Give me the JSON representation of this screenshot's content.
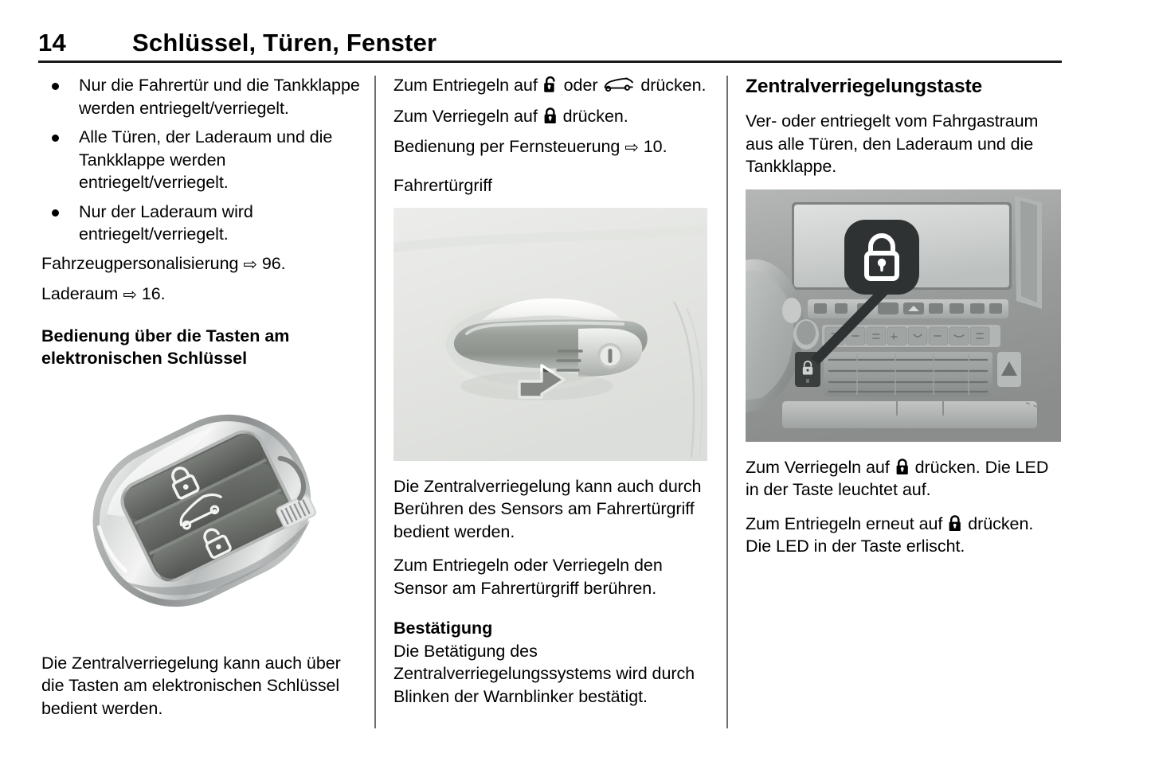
{
  "header": {
    "page_number": "14",
    "chapter_title": "Schlüssel, Türen, Fenster"
  },
  "columns": {
    "left": {
      "bullets": [
        "Nur die Fahrertür und die Tankklappe werden entriegelt/verriegelt.",
        "Alle Türen, der Laderaum und die Tankklappe werden entriegelt/verriegelt.",
        "Nur der Laderaum wird entriegelt/verriegelt."
      ],
      "ref_vehicle_personalisation": "Fahrzeugpersonalisierung",
      "ref_vehicle_personalisation_page": "96.",
      "ref_cargo": "Laderaum",
      "ref_cargo_page": "16.",
      "subheading": "Bedienung über die Tasten am elektronischen Schlüssel",
      "figure_caption_alt": "Elektronischer Schlüssel mit drei Tasten",
      "closing_paragraph": "Die Zentralverriegelung kann auch über die Tasten am elektronischen Schlüssel bedient werden."
    },
    "middle": {
      "unlock_line_prefix": "Zum Entriegeln auf",
      "unlock_line_middle": "oder",
      "unlock_line_suffix": "drücken.",
      "lock_line_prefix": "Zum Verriegeln auf",
      "lock_line_suffix": "drücken.",
      "remote_ref": "Bedienung per Fernsteuerung",
      "remote_ref_page": "10.",
      "figure_title": "Fahrertürgriff",
      "figure_alt": "Fahrertürgriff mit Sensorbereich und Pfeil",
      "para_1": "Die Zentralverriegelung kann auch durch Berühren des Sensors am Fahrertürgriff bedient werden.",
      "para_2": "Zum Entriegeln oder Verriegeln den Sensor am Fahrertürgriff berühren.",
      "confirmation_heading": "Bestätigung",
      "confirmation_text": "Die Betätigung des Zentralverriegelungssystems wird durch Blinken der Warnblinker bestätigt."
    },
    "right": {
      "heading": "Zentralverriegelungstaste",
      "intro": "Ver- oder entriegelt vom Fahrgastraum aus alle Türen, den Laderaum und die Tankklappe.",
      "figure_alt": "Armaturenbrett mit Zentralverriegelungstaste",
      "lock_line_prefix": "Zum Verriegeln auf",
      "lock_line_suffix": "drücken. Die LED in der Taste leuchtet auf.",
      "unlock_line_prefix": "Zum Entriegeln erneut auf",
      "unlock_line_suffix": "drücken. Die LED in der Taste erlischt."
    }
  },
  "icons": {
    "reference_arrow": "⇨",
    "lock": "lock-icon",
    "unlock": "unlock-icon",
    "tailgate": "tailgate-car-icon",
    "hazard": "hazard-warning-icon"
  },
  "colors": {
    "text": "#000000",
    "rule": "#1a1a1a",
    "divider": "#6e6e6e",
    "figure_bg_handle": "#e9eae7",
    "figure_bg_dash": "#9a9d9c",
    "callout_bg": "#2e3233"
  }
}
